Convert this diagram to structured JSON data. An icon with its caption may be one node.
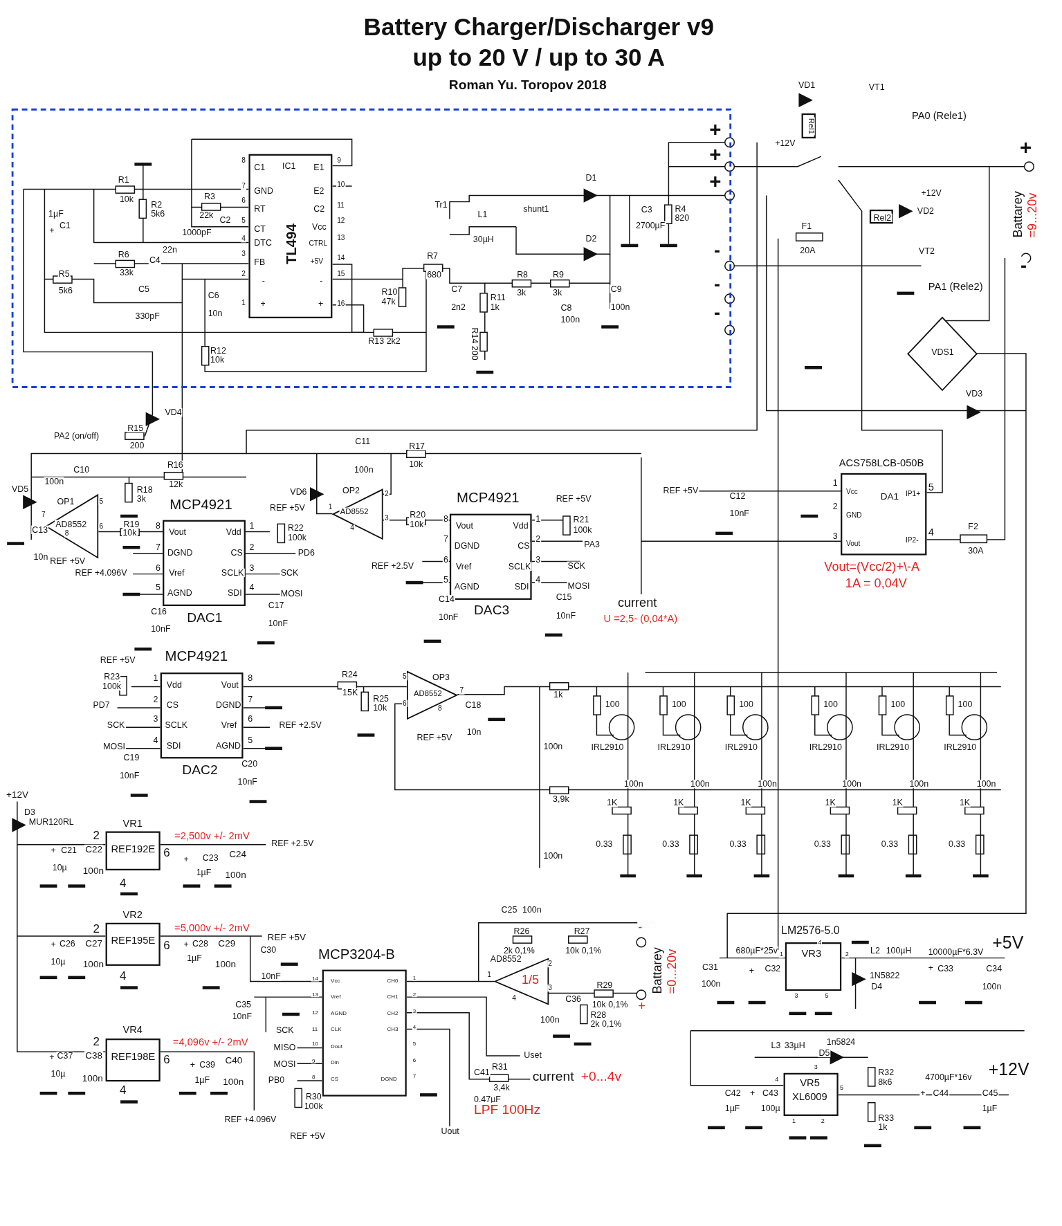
{
  "diagram": {
    "title": "Battery Charger/Discharger v9 up to 20 V / up to 30 A",
    "nodes": [
      {
        "text": [
          "C1",
          "IC1",
          "E1",
          "GND",
          "E2",
          "RT",
          "TL494",
          "C2",
          "CT",
          "Vcc",
          "DTC",
          "CTRL",
          "FB",
          "+5V",
          "-",
          "-",
          "+",
          "+"
        ]
      },
      {
        "text": [
          "Rel1"
        ]
      },
      {
        "text": [
          "Rel2"
        ]
      },
      {
        "text": [
          "VDS1"
        ]
      },
      {
        "text": [
          "AD8552"
        ]
      },
      {
        "text": [
          "Vout",
          "Vdd",
          "DGND",
          "CS",
          "Vref",
          "SCLK",
          "AGND",
          "SDI"
        ]
      },
      {
        "text": [
          "AD8552"
        ]
      },
      {
        "text": [
          "Vout",
          "Vdd",
          "DGND",
          "CS",
          "Vref",
          "SCLK",
          "AGND",
          "SDI"
        ]
      },
      {
        "text": [
          "Vcc",
          "DA1",
          "IP1+",
          "GND",
          "Vout",
          "IP2-"
        ]
      },
      {
        "text": [
          "Vdd",
          "Vout",
          "CS",
          "DGND",
          "SCLK",
          "Vref",
          "SDI",
          "AGND"
        ]
      },
      {
        "text": [
          "AD8552"
        ]
      },
      {
        "text": [
          "REF192E"
        ]
      },
      {
        "text": [
          "REF195E"
        ]
      },
      {
        "text": [
          "REF198E"
        ]
      },
      {
        "text": [
          "Vcc",
          "CH0",
          "Vref",
          "CH1",
          "AGND",
          "CH2",
          "CLK",
          "CH3",
          "Dout",
          "Din",
          "CS",
          "DGND"
        ]
      },
      {
        "text": [
          "1/5"
        ],
        "beside": [
          "AD8552"
        ]
      },
      {
        "text": [
          "VR3"
        ]
      },
      {
        "text": [
          "VR5",
          "XL6009"
        ]
      }
    ],
    "labels": [
      "Roman Yu. Toropov 2018",
      "VD1",
      "VT1",
      "+12V",
      "PA0 (Rele1)",
      "+",
      "+",
      "+",
      "+",
      "Battarey",
      "=9...20v",
      "-",
      "-",
      "-",
      "-",
      "+12V",
      "VD2",
      "F1",
      "20A",
      "VT2",
      "PA1 (Rele2)",
      "VD3",
      "Tr1",
      "L1",
      "30µH",
      "shunt1",
      "D1",
      "D2",
      "C3",
      "2700µF",
      "R4",
      "820",
      "R7",
      "680",
      "R10",
      "47k",
      "R13 2k2",
      "C7",
      "2n2",
      "R11",
      "1k",
      "R14 200",
      "R8",
      "3k",
      "R9",
      "3k",
      "C8",
      "100n",
      "C9",
      "100n",
      "8",
      "7",
      "6",
      "5",
      "4",
      "3",
      "2",
      "1",
      "9",
      "10",
      "11",
      "12",
      "13",
      "14",
      "15",
      "16",
      "R1",
      "10k",
      "R2",
      "5k6",
      "1µF",
      "C1",
      "+",
      "R3",
      "22k",
      "C2",
      "1000pF",
      "R6",
      "33k",
      "22n",
      "C4",
      "R5",
      "5k6",
      "C5",
      "330pF",
      "C6",
      "10n",
      "R12",
      "10k",
      "VD4",
      "R15",
      "200",
      "PA2 (on/off)",
      "VD5",
      "100n",
      "C10",
      "R16",
      "12k",
      "R18",
      "3k",
      "OP1",
      "5",
      "7",
      "6",
      "8",
      "C13",
      "10n",
      "REF +5V",
      "R19",
      "10k",
      "REF +4.096V",
      "MCP4921",
      "8",
      "7",
      "6",
      "5",
      "1",
      "2",
      "3",
      "4",
      "REF +5V",
      "R22",
      "100k",
      "PD6",
      "SCK",
      "MOSI",
      "C16",
      "10nF",
      "DAC1",
      "C17",
      "10nF",
      "VD6",
      "OP2",
      "2",
      "1",
      "3",
      "4",
      "C11",
      "100n",
      "R17",
      "10k",
      "R20",
      "10k",
      "MCP4921",
      "8",
      "7",
      "6",
      "5",
      "1",
      "2",
      "3",
      "4",
      "REF +5V",
      "R21",
      "100k",
      "PA3",
      "SCK",
      "MOSI",
      "REF +2.5V",
      "C14",
      "10nF",
      "DAC3",
      "C15",
      "10nF",
      "current",
      "U =2,5- (0,04*A)",
      "ACS758LCB-050B",
      "REF +5V",
      "C12",
      "10nF",
      "1",
      "2",
      "3",
      "5",
      "4",
      "F2",
      "30A",
      "Vout=(Vcc/2)+\\-A",
      "1A = 0,04V",
      "MCP4921",
      "REF +5V",
      "R23",
      "100k",
      "PD7",
      "1",
      "2",
      "3",
      "4",
      "8",
      "7",
      "6",
      "5",
      "SCK",
      "MOSI",
      "REF +2.5V",
      "C19",
      "10nF",
      "DAC2",
      "C20",
      "10nF",
      "R24",
      "15K",
      "R25",
      "10k",
      "5",
      "6",
      "OP3",
      "7",
      "8",
      "C18",
      "10n",
      "REF +5V",
      "1k",
      "100n",
      "3,9k",
      "100n",
      "100",
      "100",
      "100",
      "100",
      "100",
      "100",
      "IRL2910",
      "IRL2910",
      "IRL2910",
      "IRL2910",
      "IRL2910",
      "IRL2910",
      "100n",
      "100n",
      "100n",
      "100n",
      "100n",
      "100n",
      "1K",
      "1K",
      "1K",
      "1K",
      "1K",
      "1K",
      "0.33",
      "0.33",
      "0.33",
      "0.33",
      "0.33",
      "0.33",
      "+12V",
      "D3",
      "MUR120RL",
      "VR1",
      "2",
      "6",
      "4",
      "=2,500v +/- 2mV",
      "REF +2.5V",
      "C21",
      "+",
      "10µ",
      "C22",
      "100n",
      "+",
      "C23",
      "1µF",
      "C24",
      "100n",
      "VR2",
      "2",
      "6",
      "4",
      "=5,000v +/- 2mV",
      "REF +5V",
      "+",
      "C26",
      "10µ",
      "C27",
      "100n",
      "+",
      "C28",
      "1µF",
      "C29",
      "100n",
      "C30",
      "10nF",
      "VR4",
      "2",
      "6",
      "4",
      "=4,096v +/- 2mV",
      "+",
      "C37",
      "10µ",
      "C38",
      "100n",
      "+",
      "C39",
      "1µF",
      "C40",
      "100n",
      "REF +4.096V",
      "MCP3204-B",
      "14",
      "13",
      "12",
      "11",
      "10",
      "9",
      "8",
      "1",
      "2",
      "3",
      "4",
      "5",
      "6",
      "7",
      "C35",
      "10nF",
      "SCK",
      "MISO",
      "MOSI",
      "PB0",
      "R30",
      "100k",
      "REF +5V",
      "Uout",
      "Uset",
      "R31",
      "3,4k",
      "C41",
      "0.47µF",
      "current",
      "+0...4v",
      "LPF 100Hz",
      "C25",
      "100n",
      "R26",
      "2k 0,1%",
      "R27",
      "10k 0,1%",
      "2",
      "1",
      "3",
      "4",
      "C36",
      "100n",
      "R29",
      "10k 0,1%",
      "R28",
      "2k 0,1%",
      "-",
      "+",
      "Battarey",
      "=0...20v",
      "LM2576-5.0",
      "680µF*25v",
      "C31",
      "100n",
      "+",
      "C32",
      "1",
      "4",
      "2",
      "3",
      "5",
      "L2",
      "100µH",
      "1N5822",
      "D4",
      "10000µF*6.3V",
      "+",
      "C33",
      "C34",
      "100n",
      "+5V",
      "L3",
      "33µH",
      "1n5824",
      "D5",
      "3",
      "4",
      "5",
      "1",
      "2",
      "R32",
      "8k6",
      "R33",
      "1k",
      "4700µF*16v",
      "+",
      "C44",
      "C45",
      "1µF",
      "C42",
      "1µF",
      "+",
      "C43",
      "100µ",
      "+12V"
    ]
  }
}
